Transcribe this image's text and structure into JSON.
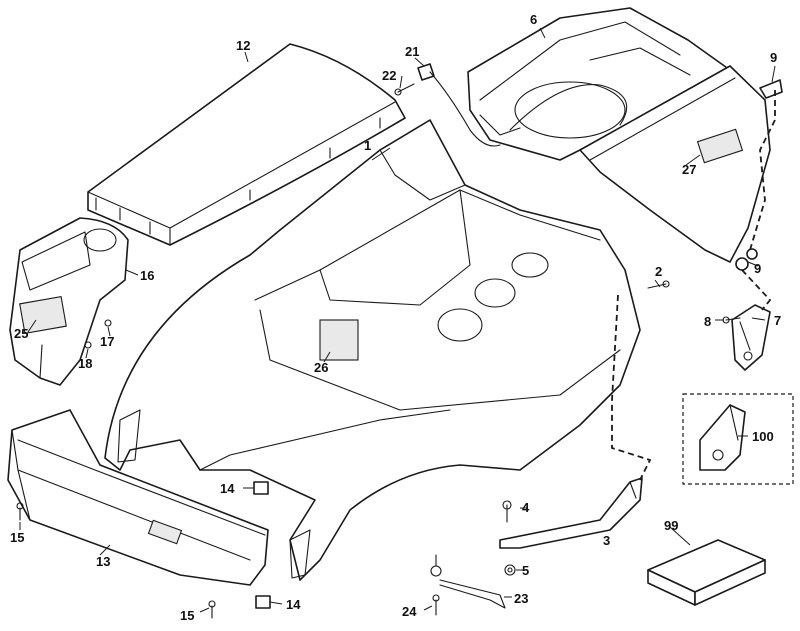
{
  "callouts": {
    "c1": "1",
    "c2": "2",
    "c3": "3",
    "c4": "4",
    "c5": "5",
    "c6": "6",
    "c7": "7",
    "c8": "8",
    "c9a": "9",
    "c9b": "9",
    "c12": "12",
    "c13": "13",
    "c14a": "14",
    "c14b": "14",
    "c15a": "15",
    "c15b": "15",
    "c16": "16",
    "c17": "17",
    "c18": "18",
    "c21": "21",
    "c22": "22",
    "c23": "23",
    "c24": "24",
    "c25": "25",
    "c26": "26",
    "c27": "27",
    "c99": "99",
    "c100": "100"
  }
}
